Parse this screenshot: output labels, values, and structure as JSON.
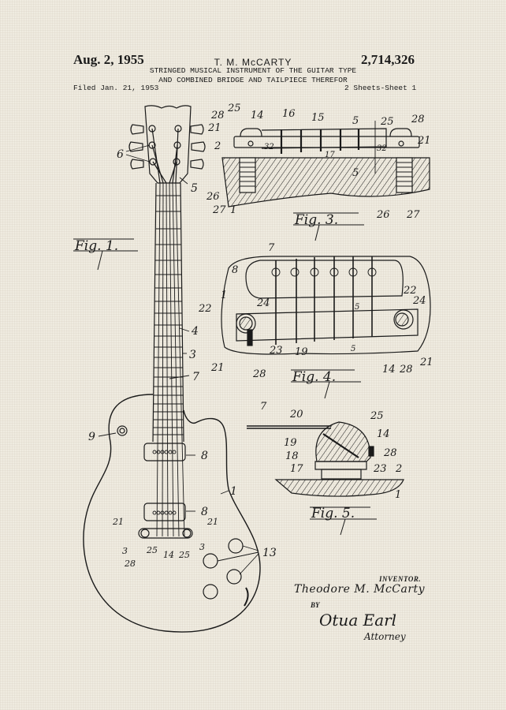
{
  "header": {
    "date": "Aug. 2, 1955",
    "inventor_name": "T. M. McCARTY",
    "patent_number": "2,714,326",
    "title_line1": "STRINGED MUSICAL INSTRUMENT OF THE GUITAR TYPE",
    "title_line2": "AND COMBINED BRIDGE AND TAILPIECE THEREFOR",
    "filed": "Filed Jan. 21, 1953",
    "sheets": "2 Sheets-Sheet 1"
  },
  "figures": {
    "fig1": {
      "label": "Fig. 1.",
      "callouts": [
        "6",
        "5",
        "4",
        "3",
        "7",
        "9",
        "8",
        "8",
        "1",
        "21",
        "21",
        "3",
        "3",
        "25",
        "14",
        "25",
        "28",
        "13"
      ]
    },
    "fig3": {
      "label": "Fig. 3.",
      "callouts": [
        "28",
        "25",
        "14",
        "16",
        "15",
        "5",
        "25",
        "28",
        "21",
        "2",
        "32",
        "17",
        "32",
        "21",
        "5",
        "26",
        "27",
        "1",
        "26",
        "27"
      ]
    },
    "fig4": {
      "label": "Fig. 4.",
      "callouts": [
        "7",
        "8",
        "1",
        "22",
        "24",
        "5",
        "22",
        "24",
        "23",
        "19",
        "5",
        "21",
        "28",
        "14",
        "28",
        "21"
      ]
    },
    "fig5": {
      "label": "Fig. 5.",
      "callouts": [
        "7",
        "20",
        "25",
        "14",
        "19",
        "18",
        "28",
        "17",
        "23",
        "2",
        "1"
      ]
    }
  },
  "signature": {
    "inventor_label": "INVENTOR.",
    "inventor_name": "Theodore M. McCarty",
    "by_label": "BY",
    "attorney_signature": "Otua Earl",
    "attorney_label": "Attorney"
  },
  "colors": {
    "paper": "#efebe0",
    "ink": "#1a1a1a"
  }
}
